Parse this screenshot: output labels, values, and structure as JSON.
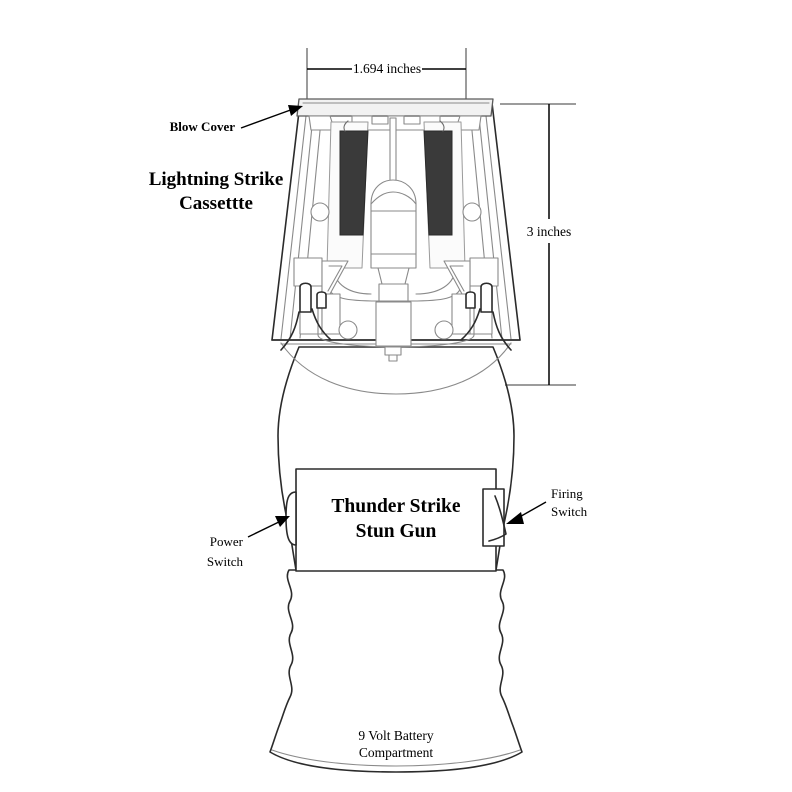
{
  "diagram": {
    "title": "Thunder Strike Stun Gun with Lightning Strike Cassette — exploded dimension drawing",
    "background_color": "#ffffff",
    "line_color": "#2b2b2b",
    "inner_line_color": "#8a8a8a",
    "electrode_color": "#3a3a3a",
    "dimensions": {
      "width": {
        "value": "1.694 inches",
        "orientation": "horizontal",
        "location": "top"
      },
      "height": {
        "value": "3 inches",
        "orientation": "vertical",
        "location": "right"
      }
    },
    "callouts": [
      {
        "id": "blow-cover",
        "label": "Blow Cover",
        "lines": [
          "Blow Cover"
        ],
        "bold": true,
        "points_to": "top rim of cassette"
      },
      {
        "id": "power-switch",
        "label": "Power Switch",
        "lines": [
          "Power",
          "Switch"
        ],
        "bold": false,
        "points_to": "left side button of stun gun body"
      },
      {
        "id": "firing-switch",
        "label": "Firing Switch",
        "lines": [
          "Firing",
          "Switch"
        ],
        "bold": false,
        "points_to": "right side trigger of stun gun body"
      }
    ],
    "part_labels": [
      {
        "id": "cassette",
        "lines": [
          "Lightning Strike",
          "Cassettte"
        ],
        "bold": true,
        "size": "large"
      },
      {
        "id": "stun-gun-body",
        "lines": [
          "Thunder Strike",
          "Stun Gun"
        ],
        "bold": true,
        "size": "large"
      },
      {
        "id": "battery-compartment",
        "lines": [
          "9 Volt Battery",
          "Compartment"
        ],
        "bold": false,
        "size": "small"
      }
    ]
  }
}
